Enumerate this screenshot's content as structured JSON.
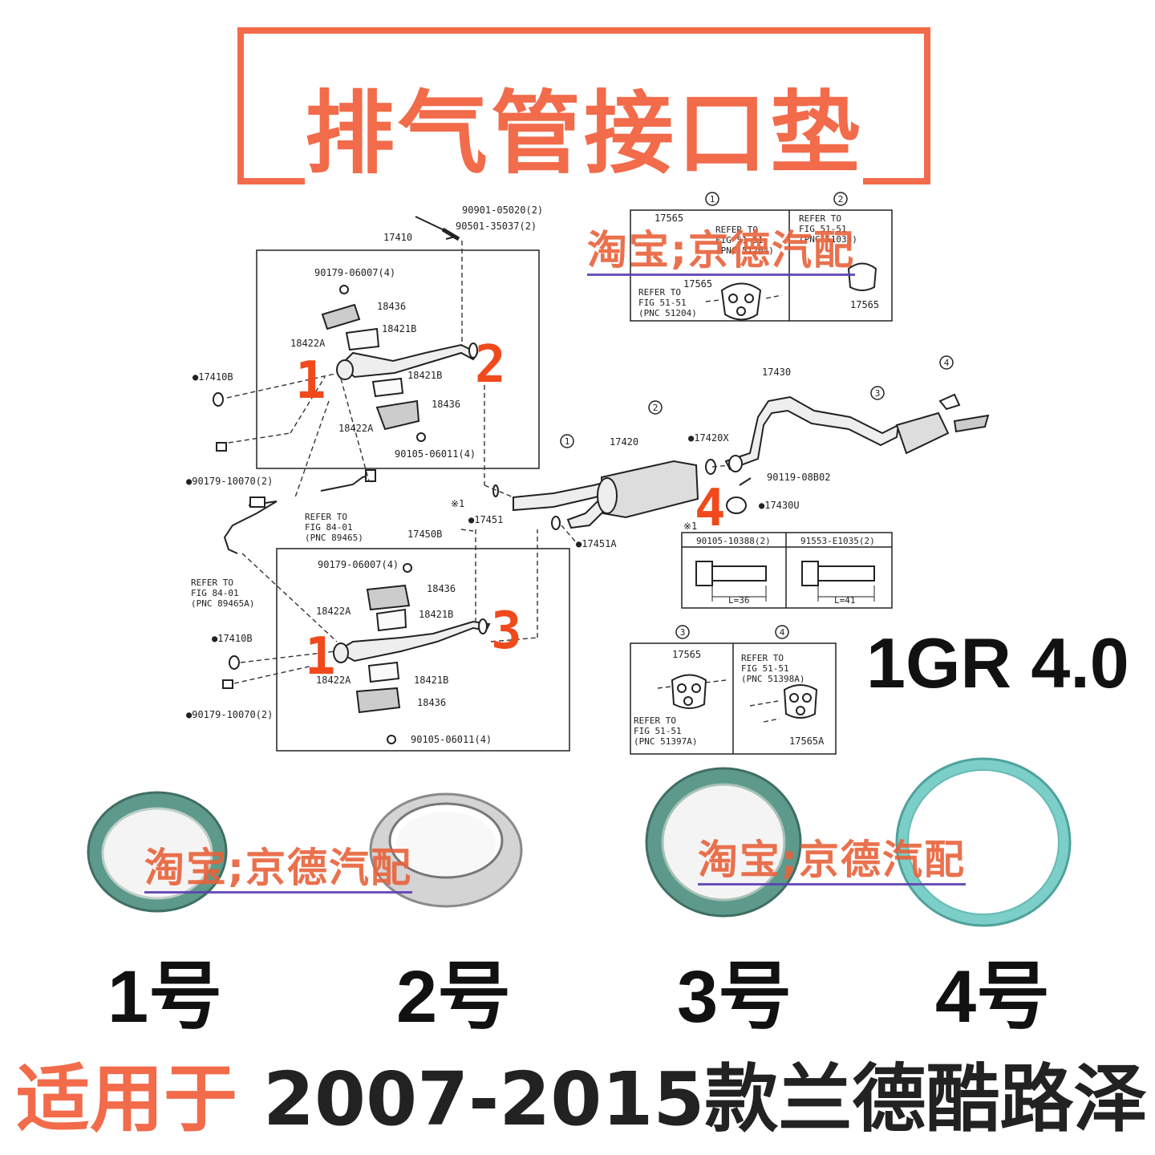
{
  "title": "排气管接口垫",
  "watermark": "淘宝;京德汽配",
  "engine_label": "1GR 4.0",
  "gasket_labels": [
    "1号",
    "2号",
    "3号",
    "4号"
  ],
  "fitment_lead": "适用于",
  "fitment_rest": "2007-2015款兰德酷路泽",
  "callout_numbers": [
    "1",
    "2",
    "1",
    "3",
    "4"
  ],
  "colors": {
    "accent": "#f26b4a",
    "callout": "#f04a1c",
    "watermark": "#e8623a",
    "gasket_green": "#5e9a8c",
    "gasket_teal": "#7ccfc8"
  },
  "diagram": {
    "parts": {
      "p17410": "17410",
      "p90901": "90901-05020(2)",
      "p90501": "90501-35037(2)",
      "p90179a": "90179-06007(4)",
      "p18436a": "18436",
      "p18421Ba": "18421B",
      "p18422Aa": "18422A",
      "p17410Ba": "●17410B",
      "p18421Bb": "18421B",
      "p18436b": "18436",
      "p18422Ab": "18422A",
      "p90105a": "90105-06011(4)",
      "p90179b": "●90179-10070(2)",
      "p17450B": "17450B",
      "p90179c": "90179-06007(4)",
      "p18436c": "18436",
      "p18422Ac": "18422A",
      "p18421Bc": "18421B",
      "p17410Bb": "●17410B",
      "p18422Ad": "18422A",
      "p18421Bd": "18421B",
      "p18436d": "18436",
      "p90179d": "●90179-10070(2)",
      "p90105b": "90105-06011(4)",
      "p17451": "●17451",
      "p17451A": "●17451A",
      "p17420": "17420",
      "p17420X": "●17420X",
      "p17430": "17430",
      "p90119": "90119-08B02",
      "p17430U": "●17430U",
      "p17565a": "17565",
      "p17565b": "17565",
      "p17565c": "17565",
      "p17565d": "17565",
      "p17565A": "17565A",
      "p90105c": "90105-10388(2)",
      "p91553": "91553-E1035(2)",
      "l36": "L=36",
      "l41": "L=41",
      "note": "※1"
    },
    "refs": {
      "r1": [
        "REFER TO",
        "FIG 84-01",
        "(PNC 89465)"
      ],
      "r2": [
        "REFER TO",
        "FIG 84-01",
        "(PNC 89465A)"
      ],
      "r3": [
        "REFER TO",
        "FIG 51-51",
        "(PNC 51204)"
      ],
      "r4": [
        "REFER TO",
        "FIG 51-51",
        "(PNC 51397A)"
      ],
      "r5": [
        "REFER TO",
        "FIG 51-51",
        "(PNC 51398A)"
      ],
      "r6": [
        "REFER TO",
        "FIG 51-51",
        "(PNC 51204)"
      ],
      "r7": [
        "REFER TO",
        "FIG 51-51",
        "(PNC 51033)"
      ]
    },
    "circle_nums": [
      "1",
      "2",
      "3",
      "4"
    ]
  }
}
